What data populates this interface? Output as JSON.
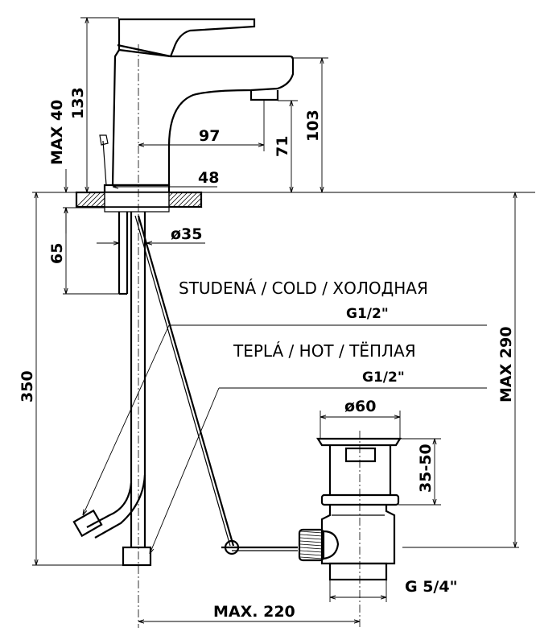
{
  "dimensions": {
    "d133": "133",
    "max40": "MAX 40",
    "d97": "97",
    "d71": "71",
    "d103": "103",
    "d48": "48",
    "d65": "65",
    "dia35": "ø35",
    "d350": "350",
    "max290": "MAX 290",
    "dia60": "ø60",
    "d3550": "35-50",
    "g54": "G 5/4\"",
    "max220": "MAX. 220"
  },
  "labels": {
    "cold": "STUDENÁ  /  COLD  /  ХОЛОДНАЯ",
    "cold_thread": "G1/2\"",
    "hot": "TEPLÁ  /  HOT    /  ТЁПЛАЯ",
    "hot_thread": "G1/2\""
  }
}
